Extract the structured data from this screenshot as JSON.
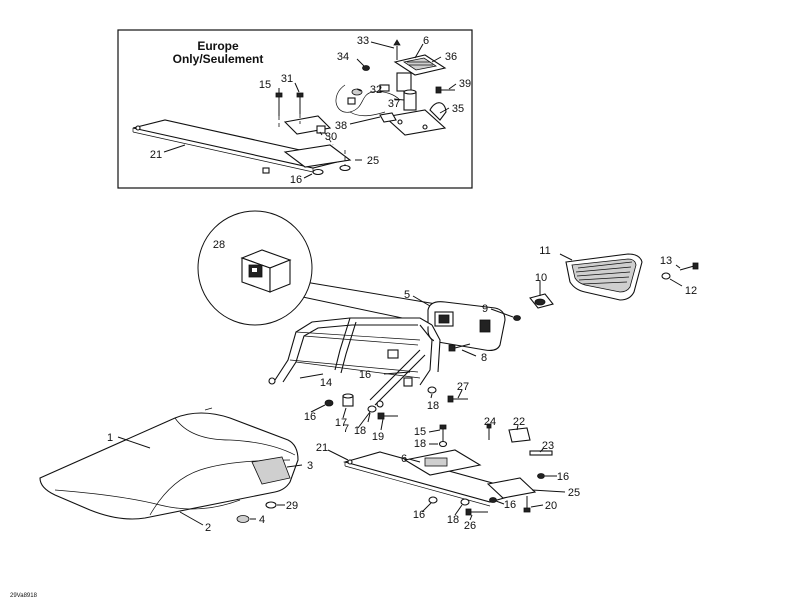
{
  "inset": {
    "title_line1": "Europe",
    "title_line2": "Only/Seulement"
  },
  "callouts": {
    "c33": "33",
    "c6_inset": "6",
    "c34": "34",
    "c36": "36",
    "c39": "39",
    "c15_inset": "15",
    "c31": "31",
    "c32": "32",
    "c37": "37",
    "c35": "35",
    "c38": "38",
    "c30": "30",
    "c21_inset": "21",
    "c25_inset": "25",
    "c16_inset": "16",
    "c28": "28",
    "c11": "11",
    "c13": "13",
    "c12": "12",
    "c10": "10",
    "c5": "5",
    "c9": "9",
    "c8": "8",
    "c14": "14",
    "c16a": "16",
    "c27": "27",
    "c16b": "16",
    "c17": "17",
    "c7": "7",
    "c18a": "18",
    "c19": "19",
    "c18b": "18",
    "c24": "24",
    "c22": "22",
    "c15": "15",
    "c18c": "18",
    "c23": "23",
    "c1": "1",
    "c3": "3",
    "c21": "21",
    "c6": "6",
    "c16c": "16",
    "c25": "25",
    "c29": "29",
    "c2": "2",
    "c4": "4",
    "c16d": "16",
    "c18d": "18",
    "c26": "26",
    "c16e": "16",
    "c20": "20"
  },
  "drawing_code": "29Va8918"
}
